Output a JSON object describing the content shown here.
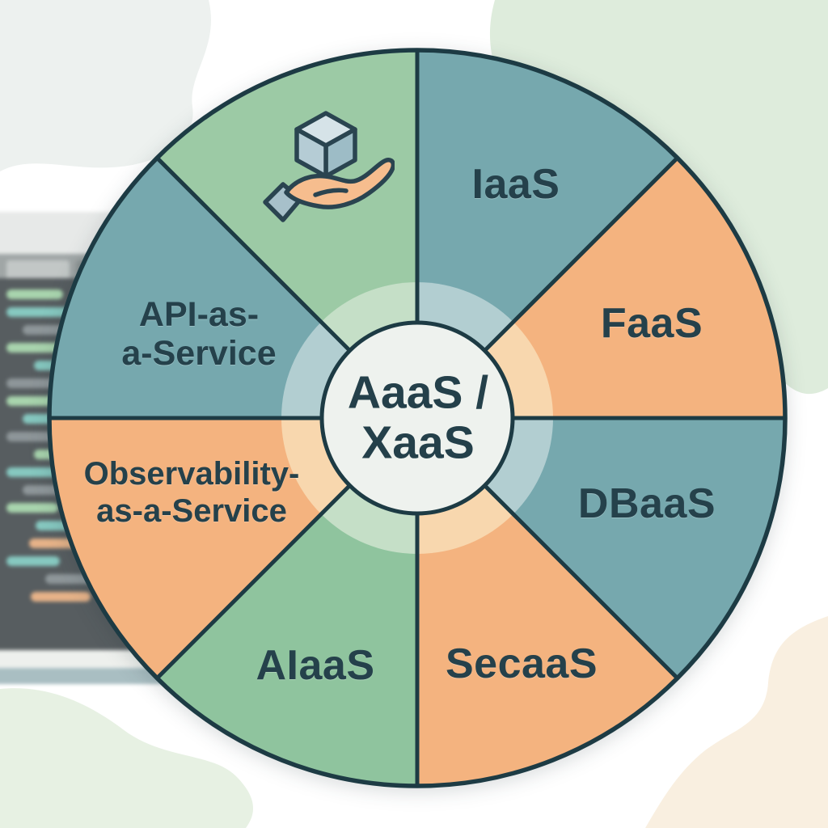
{
  "wheel": {
    "center_label": {
      "line1": "AaaS /",
      "line2": "XaaS"
    },
    "colors": {
      "outline": "#1d3b44",
      "text": "#25414b",
      "center_fill": "#eef2ee"
    },
    "segments": [
      {
        "id": "offering-icon-segment",
        "label": "",
        "icon": "hand-offering-cube-icon",
        "color": "#9ccaa5",
        "ring": "#c5dfc7"
      },
      {
        "id": "iaas",
        "label": "IaaS",
        "color": "#76a8ae",
        "ring": "#b2ced1"
      },
      {
        "id": "faas",
        "label": "FaaS",
        "color": "#f4b37f",
        "ring": "#f8d7ae"
      },
      {
        "id": "dbaas",
        "label": "DBaaS",
        "color": "#76a8ae",
        "ring": "#b2ced1"
      },
      {
        "id": "secaas",
        "label": "SecaaS",
        "color": "#f4b37f",
        "ring": "#f8d7ae"
      },
      {
        "id": "aiaas",
        "label": "AIaaS",
        "color": "#8fc49e",
        "ring": "#c5dfc7"
      },
      {
        "id": "observability-as-a-service",
        "label_line1": "Observability-",
        "label_line2": "as-a-Service",
        "color": "#f4b37f",
        "ring": "#f8d7ae"
      },
      {
        "id": "api-as-a-service",
        "label_line1": "API-as-",
        "label_line2": "a-Service",
        "color": "#76a8ae",
        "ring": "#b2ced1"
      }
    ]
  },
  "background": {
    "blobs": {
      "top_right": "#deecdc",
      "bottom_right": "#f9efe0",
      "top_left": "#edf1ef",
      "bottom_left": "#e7f1e3"
    }
  }
}
